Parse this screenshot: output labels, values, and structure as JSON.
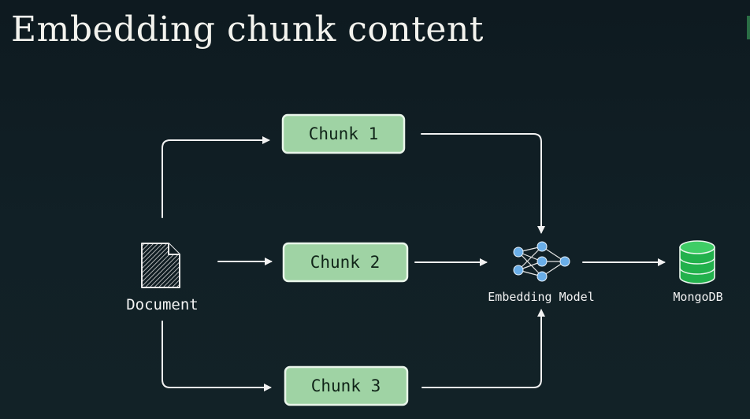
{
  "title": "Embedding chunk content",
  "nodes": {
    "document": {
      "label": "Document"
    },
    "chunks": [
      {
        "label": "Chunk 1"
      },
      {
        "label": "Chunk 2"
      },
      {
        "label": "Chunk 3"
      }
    ],
    "model": {
      "label": "Embedding Model"
    },
    "database": {
      "label": "MongoDB"
    }
  },
  "colors": {
    "background": "#0f1c22",
    "chunk_fill": "#9fd3a4",
    "chunk_text": "#102418",
    "database": "#22b14c",
    "network_node": "#6aaee8",
    "arrow": "#f2f2f2",
    "text": "#f3f3ee"
  },
  "icons": {
    "document": "document-icon",
    "model": "neural-network-icon",
    "database": "database-icon"
  }
}
